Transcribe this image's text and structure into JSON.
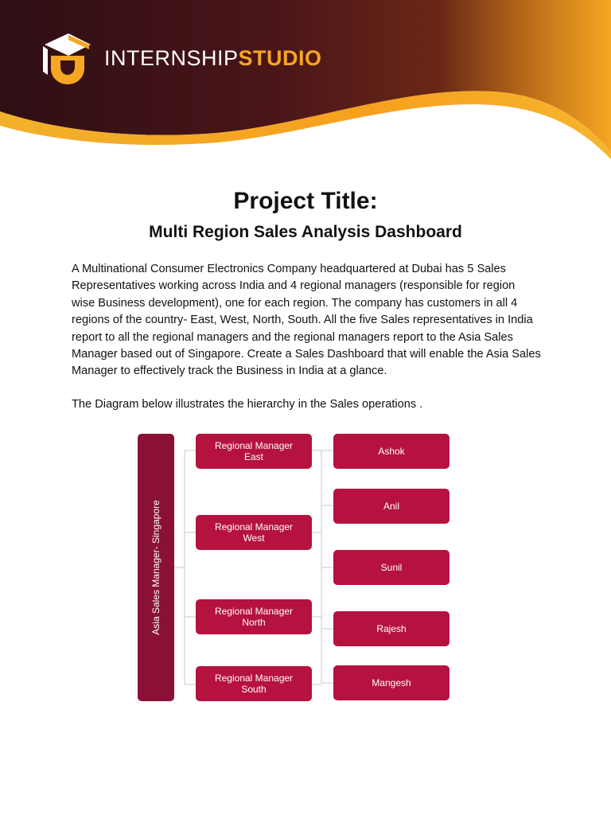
{
  "header": {
    "brand_part1": "INTERNSHIP",
    "brand_part2": "STUDIO",
    "colors": {
      "dark": "#3b1016",
      "accent": "#f5a623"
    }
  },
  "title": "Project Title:",
  "subtitle": "Multi Region Sales Analysis Dashboard",
  "description": "A Multinational Consumer Electronics Company headquartered at Dubai has 5 Sales Representatives working across India and 4 regional managers (responsible for region wise Business development), one for each region. The company has customers in all 4 regions of the country- East, West, North, South. All the five Sales representatives in India report to all the regional managers and the regional managers report to the Asia Sales Manager based out of Singapore. Create a Sales Dashboard that will enable the Asia Sales Manager to effectively track the Business in India at a glance.",
  "diagram_intro": "The Diagram below illustrates the hierarchy in the Sales operations .",
  "diagram": {
    "root": "Asia Sales Manager- Singapore",
    "managers": [
      {
        "line1": "Regional Manager",
        "line2": "East"
      },
      {
        "line1": "Regional Manager",
        "line2": "West"
      },
      {
        "line1": "Regional Manager",
        "line2": "North"
      },
      {
        "line1": "Regional Manager",
        "line2": "South"
      }
    ],
    "representatives": [
      "Ashok",
      "Anil",
      "Sunil",
      "Rajesh",
      "Mangesh"
    ],
    "colors": {
      "root": "#8b1036",
      "box": "#b5123f",
      "connector": "#c9c9c9"
    }
  }
}
